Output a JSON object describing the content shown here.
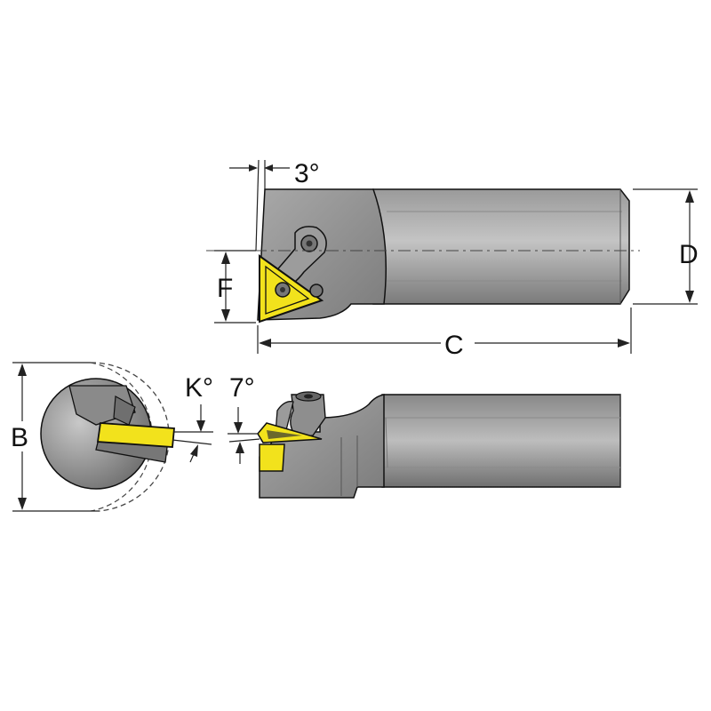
{
  "labels": {
    "angle_top": "3°",
    "dim_d": "D",
    "dim_f": "F",
    "dim_c": "C",
    "dim_b": "B",
    "angle_k": "K°",
    "angle_side": "7°"
  },
  "colors": {
    "insert": "#f2e21c",
    "body_light": "#b4b4b4",
    "body_mid": "#8c8c8c",
    "body_dark": "#6a6a6a",
    "outline": "#111111"
  }
}
